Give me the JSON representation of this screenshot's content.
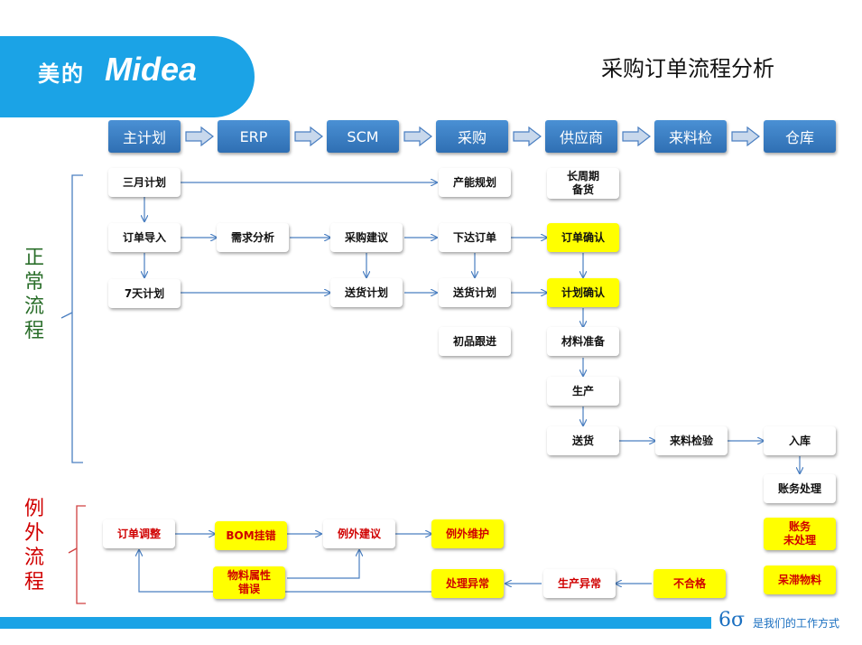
{
  "logo": {
    "brand_cn": "美的",
    "brand_en": "Midea"
  },
  "title": "采购订单流程分析",
  "stages": [
    "主计划",
    "ERP",
    "SCM",
    "采购",
    "供应商",
    "来料检",
    "仓库"
  ],
  "sections": {
    "normal": "正常流程",
    "exception": "例外流程"
  },
  "boxes": {
    "sanyue": "三月计划",
    "chanengguihua": "产能规划",
    "changzhouqi": "长周期\n备货",
    "dingdandaoru": "订单导入",
    "xuqiufenxi": "需求分析",
    "caigoujianyi": "采购建议",
    "xiadadingdan": "下达订单",
    "dingdanqueren": "订单确认",
    "qitian": "7天计划",
    "songhuojihua1": "送货计划",
    "songhuojihua2": "送货计划",
    "jihuaqueren": "计划确认",
    "chupingenjin": "初品跟进",
    "cailiaozhunbei": "材料准备",
    "shengchan": "生产",
    "songhuo": "送货",
    "laoliaojianyan": "来料检验",
    "ruku": "入库",
    "zhangwuchuli": "账务处理",
    "dingdantiaozheng": "订单调整",
    "bomguacuo": "BOM挂错",
    "liwaijianyi": "例外建议",
    "liwaiweihu": "例外维护",
    "wuliaoshuxing": "物料属性\n错误",
    "chuliyichang": "处理异常",
    "shengchanyichang": "生产异常",
    "buhege": "不合格",
    "zhangwuweichuli": "账务\n未处理",
    "daizhiwuliao": "呆滞物料"
  },
  "footer": {
    "sigma": "6σ",
    "slogan": "是我们的工作方式"
  },
  "colors": {
    "brand_blue": "#1ba3e6",
    "stage_blue": "#3a7cc2",
    "highlight": "#ffff00",
    "exception_red": "#d00000",
    "arrow": "#4a7fc1"
  }
}
